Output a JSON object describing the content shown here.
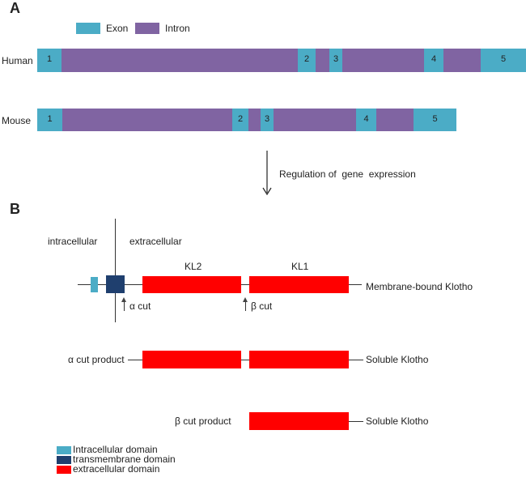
{
  "panel_a": {
    "label": "A",
    "legend": {
      "exon": "Exon",
      "intron": "Intron"
    },
    "human": {
      "label": "Human",
      "exon_numbers": [
        "1",
        "2",
        "3",
        "4",
        "5"
      ]
    },
    "mouse": {
      "label": "Mouse",
      "exon_numbers": [
        "1",
        "2",
        "3",
        "4",
        "5"
      ]
    },
    "arrow_text": "Regulation of  gene  expression"
  },
  "panel_b": {
    "label": "B",
    "intracellular": "intracellular",
    "extracellular": "extracellular",
    "kl2": "KL2",
    "kl1": "KL1",
    "membrane_bound": "Membrane-bound Klotho",
    "alpha_cut": "α cut",
    "beta_cut": "β cut",
    "alpha_product": "α cut product",
    "beta_product": "β cut product",
    "soluble_1": "Soluble Klotho",
    "soluble_2": "Soluble Klotho"
  },
  "legend_b": {
    "intracellular_domain": "Intracellular domain",
    "transmembrane_domain": "transmembrane domain",
    "extracellular_domain": "extracellular domain"
  },
  "colors": {
    "exon": "#4bacc6",
    "intron": "#8064a2",
    "intracellular": "#4bacc6",
    "transmembrane": "#1f3f6e",
    "extracellular": "#ff0000"
  }
}
